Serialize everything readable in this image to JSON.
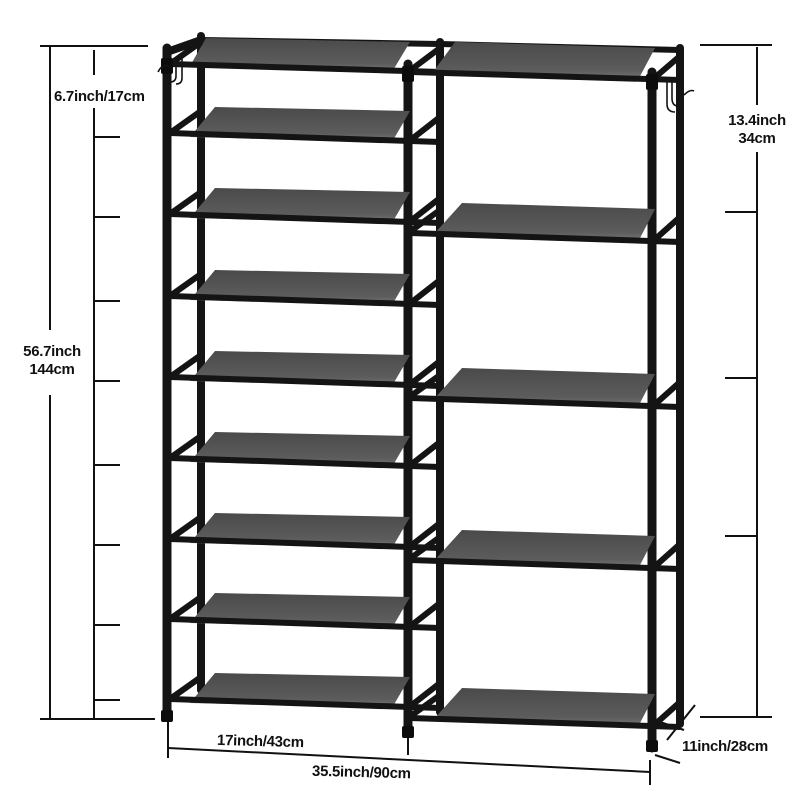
{
  "product": {
    "type": "double-row shoe rack",
    "frame_color": "#141414",
    "shelf_color": "#5a5a5a",
    "shelf_edge_color": "#767676",
    "left_column": {
      "shelf_count": 9,
      "shelf_y": [
        45,
        122,
        203,
        285,
        366,
        447,
        528,
        608,
        688
      ]
    },
    "right_column": {
      "shelf_count": 5,
      "shelf_y": [
        45,
        212,
        377,
        540,
        696
      ]
    },
    "side_hooks": true
  },
  "dimensions": {
    "total_height": {
      "inch": "56.7inch",
      "cm": "144cm"
    },
    "small_shelf_gap": {
      "label": "6.7inch/17cm"
    },
    "large_shelf_gap": {
      "inch": "13.4inch",
      "cm": "34cm"
    },
    "single_column_width": {
      "label": "17inch/43cm"
    },
    "total_width": {
      "label": "35.5inch/90cm"
    },
    "depth": {
      "label": "11inch/28cm"
    }
  },
  "ticks": {
    "left": [
      137,
      217,
      301,
      381,
      465,
      545,
      625,
      700
    ],
    "right": [
      212,
      378,
      536
    ]
  }
}
